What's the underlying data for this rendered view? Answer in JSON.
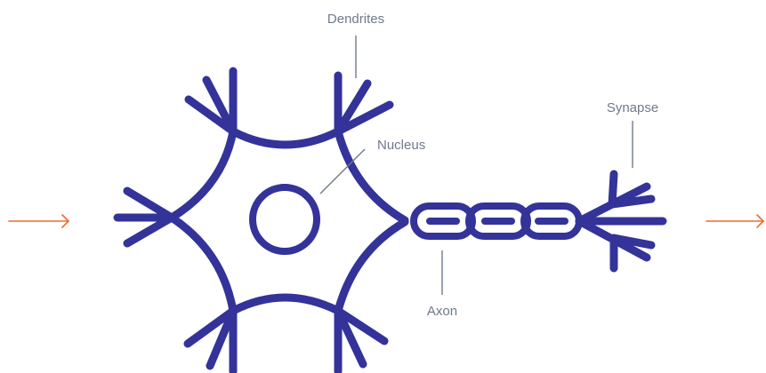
{
  "diagram": {
    "labels": {
      "dendrites": "Dendrites",
      "nucleus": "Nucleus",
      "synapse": "Synapse",
      "axon": "Axon"
    },
    "colors": {
      "neuron": "#33339a",
      "leader": "#6f7a8c",
      "arrow": "#ef6a2e",
      "text": "#6f7a8c",
      "background": "#ffffff"
    }
  }
}
